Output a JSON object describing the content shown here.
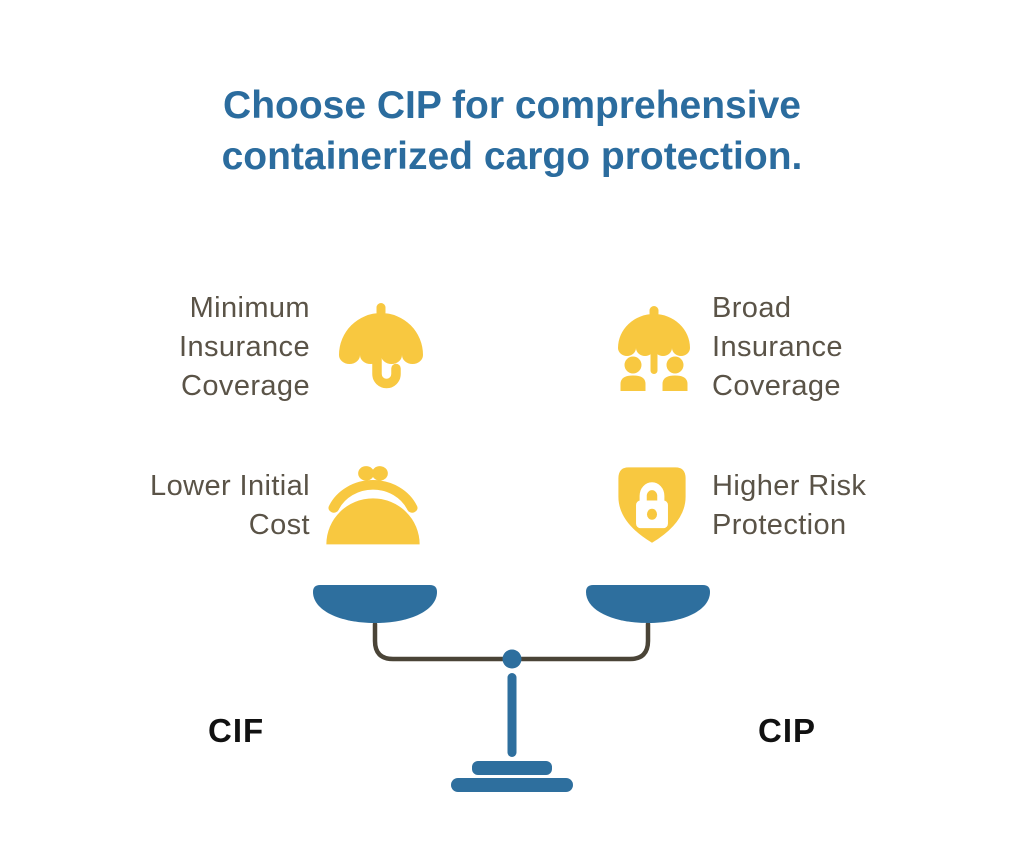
{
  "title": {
    "text": "Choose CIP for comprehensive\ncontainerized cargo protection."
  },
  "comparison": {
    "cif": {
      "label": "CIF",
      "items": [
        {
          "icon": "umbrella-icon",
          "text": "Minimum\nInsurance\nCoverage"
        },
        {
          "icon": "coin-purse-icon",
          "text": "Lower Initial\nCost"
        }
      ]
    },
    "cip": {
      "label": "CIP",
      "items": [
        {
          "icon": "umbrella-people-icon",
          "text": "Broad\nInsurance\nCoverage"
        },
        {
          "icon": "shield-lock-icon",
          "text": "Higher Risk\nProtection"
        }
      ]
    }
  },
  "graphic": {
    "name": "balance-scale"
  },
  "colors": {
    "title-blue": "#2B6C9E",
    "scale-blue": "#2E6F9E",
    "icon-yellow": "#F8C840",
    "feature-text": "#5A5347",
    "arm-gray": "#4A4437",
    "label-black": "#111111",
    "background": "#FFFFFF"
  }
}
